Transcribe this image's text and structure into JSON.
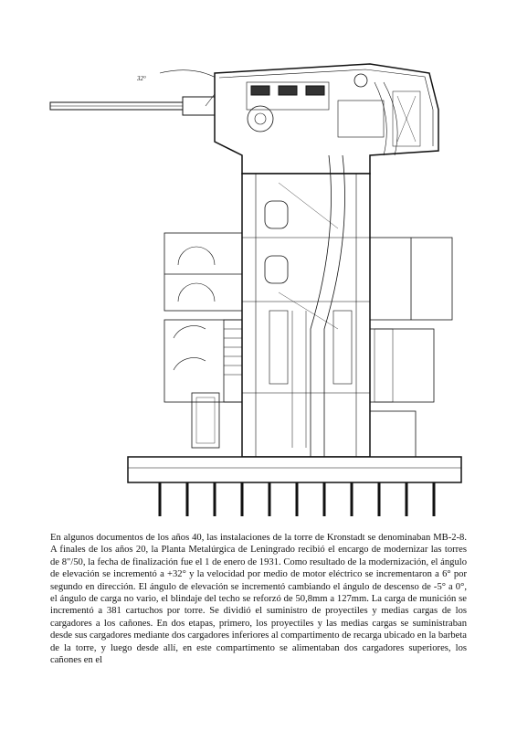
{
  "page": {
    "body_text": "En algunos documentos de los años 40, las instalaciones de la torre de Kronstadt se denominaban MB-2-8. A finales de los años 20, la Planta Metalúrgica de Leningrado recibió el encargo de modernizar las torres de 8\"/50, la fecha de finalización fue el 1 de enero de 1931. Como resultado de la modernización, el ángulo de elevación se incrementó a +32° y la velocidad por medio de motor eléctrico se incrementaron a 6° por segundo en dirección. El ángulo de elevación se incrementó cambiando el ángulo de descenso de -5° a 0°, el ángulo de carga no vario, el blindaje del techo se reforzó de 50,8mm a 127mm. La carga de munición se incrementó a 381 cartuchos por torre. Se dividió el suministro de proyectiles y medias cargas de los cargadores a los cañones. En dos etapas, primero, los proyectiles y las medias cargas se suministraban desde sus cargadores mediante dos cargadores inferiores al compartimento de recarga ubicado en la barbeta de la torre, y luego desde allí, en este compartimento se alimentaban dos cargadores superiores, los cañones en el"
  },
  "drawing": {
    "icon": "turret-cross-section-drawing",
    "elevation_mark": "32°"
  }
}
